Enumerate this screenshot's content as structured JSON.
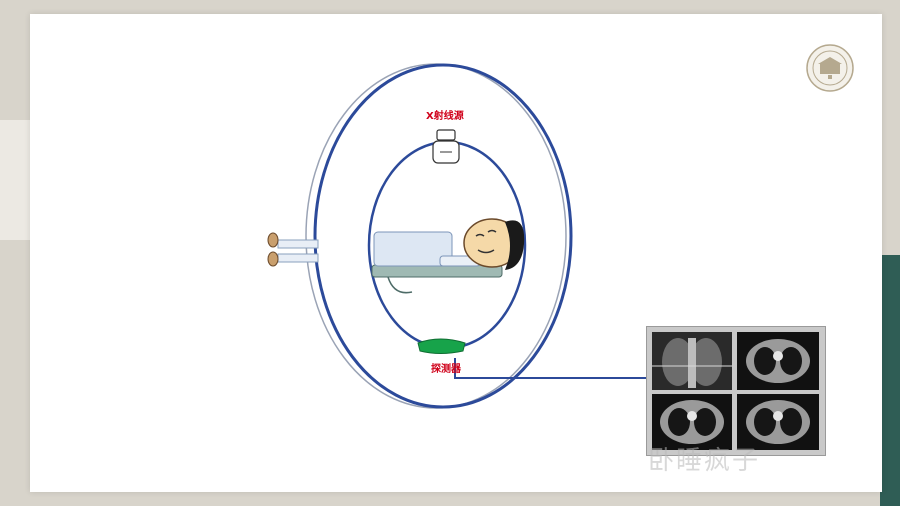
{
  "labels": {
    "xray_source": "X射线源",
    "detector": "探测器"
  },
  "watermark": "卧睡疯子",
  "icons": {
    "logo": "university-seal-icon",
    "xray_tube": "xray-tube-icon",
    "detector": "detector-bar-icon"
  },
  "colors": {
    "ring_stroke": "#2c4a9a",
    "label_red": "#d0021b",
    "detector_green": "#17a34a",
    "accent_green": "#2f5d55",
    "background": "#d8d4cb"
  }
}
